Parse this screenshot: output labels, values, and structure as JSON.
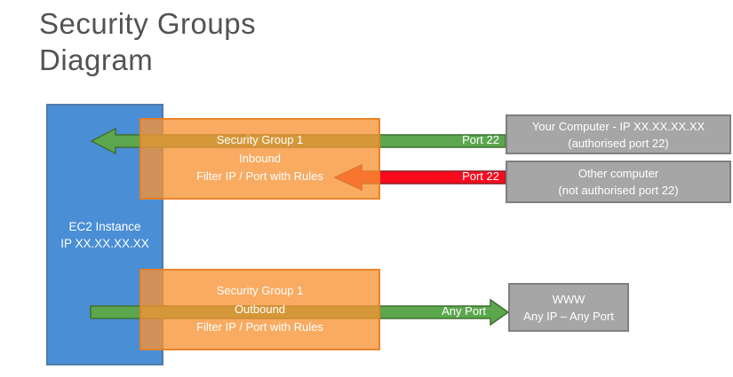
{
  "title": {
    "line1": "Security Groups",
    "line2": "Diagram"
  },
  "ec2_instance": {
    "name": "EC2 Instance",
    "ip": "IP XX.XX.XX.XX"
  },
  "security_group_inbound": {
    "name": "Security Group 1",
    "direction": "Inbound",
    "rule": "Filter IP / Port with Rules"
  },
  "security_group_outbound": {
    "name": "Security Group 1",
    "direction": "Outbound",
    "rule": "Filter IP / Port with Rules"
  },
  "your_computer": {
    "line1": "Your Computer - IP XX.XX.XX.XX",
    "line2": "(authorised port 22)"
  },
  "other_computer": {
    "line1": "Other computer",
    "line2": "(not authorised port 22)"
  },
  "www": {
    "line1": "WWW",
    "line2": "Any IP – Any Port"
  },
  "arrow_labels": {
    "inbound_allowed": "Port 22",
    "inbound_denied": "Port 22",
    "outbound": "Any Port"
  },
  "colors": {
    "ec2_blue": "#4A8ED5",
    "security_group_orange": "#F79646",
    "allowed_green": "#5CA74E",
    "denied_red": "#FB0A1E",
    "endpoint_gray": "#A6A6A6",
    "title_gray": "#535353"
  }
}
